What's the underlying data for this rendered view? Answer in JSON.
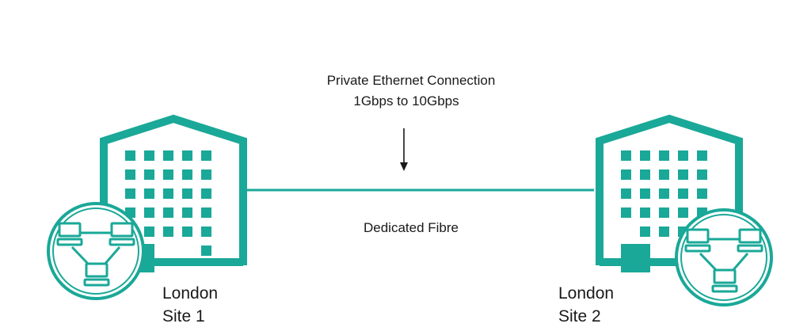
{
  "diagram": {
    "top_label": {
      "line1": "Private Ethernet Connection",
      "line2": "1Gbps to 10Gbps"
    },
    "link_label": "Dedicated Fibre",
    "site1": {
      "line1": "London",
      "line2": "Site 1"
    },
    "site2": {
      "line1": "London",
      "line2": "Site 2"
    },
    "colors": {
      "accent": "#1aa898",
      "text": "#1a1a1a",
      "background": "#ffffff"
    },
    "icons": [
      "building-icon",
      "network-icon",
      "arrow-down-icon"
    ]
  }
}
